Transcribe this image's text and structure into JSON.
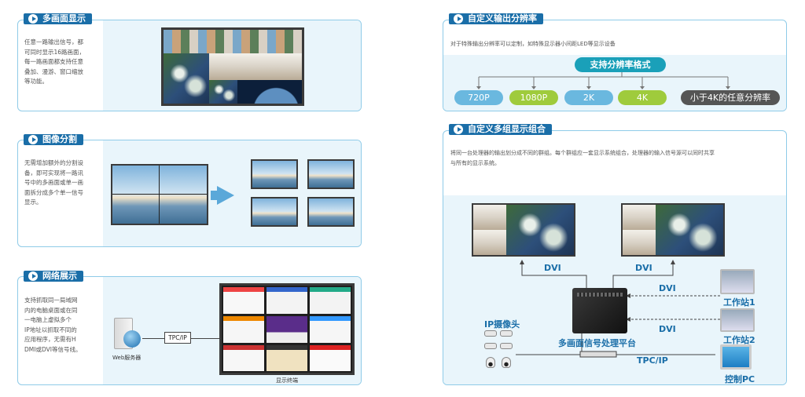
{
  "panels": {
    "multi": {
      "tag": "多画面显示",
      "desc": [
        "任意一路输出信号，都",
        "可同时显示16路画面，",
        "每一路画面都支持任意",
        "叠加、漫游、窗口缩放",
        "等功能。"
      ]
    },
    "split": {
      "tag": "图像分割",
      "desc": [
        "无需增加额外的分割设",
        "备，即可实现将一路讯",
        "号中的多画面或单一画",
        "面拆分成多个单一信号",
        "显示。"
      ]
    },
    "network": {
      "tag": "网络展示",
      "desc": [
        "支持抓取同一局域网",
        "内的电脑桌面或在同",
        "一电脑上虚拟多个",
        "IP地址以抓取不同的",
        "应用程序，无需有H",
        "DMI或DVI等信号线。"
      ],
      "server_label": "Web服务器",
      "link_label": "TPC/IP",
      "terminal_label": "显示终端"
    },
    "resolution": {
      "tag": "自定义输出分辨率",
      "desc": "对于特殊输出分辨率可以定制，如特殊显示器小间距LED等显示设备",
      "heading": "支持分辨率格式",
      "formats": [
        {
          "label": "720P",
          "color": "#6ab8df"
        },
        {
          "label": "1080P",
          "color": "#9fcb3c"
        },
        {
          "label": "2K",
          "color": "#6ab8df"
        },
        {
          "label": "4K",
          "color": "#9fcb3c"
        },
        {
          "label": "小于4K的任意分辨率",
          "color": "#555555"
        }
      ]
    },
    "groups": {
      "tag": "自定义多组显示组合",
      "desc": [
        "将同一台处理器的输出划分成不同的群组。每个群组应一套显示系统组合，处理器的输入信号源可以同时共享",
        "与所有的显示系统。"
      ],
      "dvi_left": "DVI",
      "dvi_right": "DVI",
      "dvi_in_1": "DVI",
      "dvi_in_2": "DVI",
      "tcp": "TPC/IP",
      "processor": "多画面信号处理平台",
      "camera": "IP摄像头",
      "ws1": "工作站1",
      "ws2": "工作站2",
      "pc": "控制PC"
    }
  }
}
